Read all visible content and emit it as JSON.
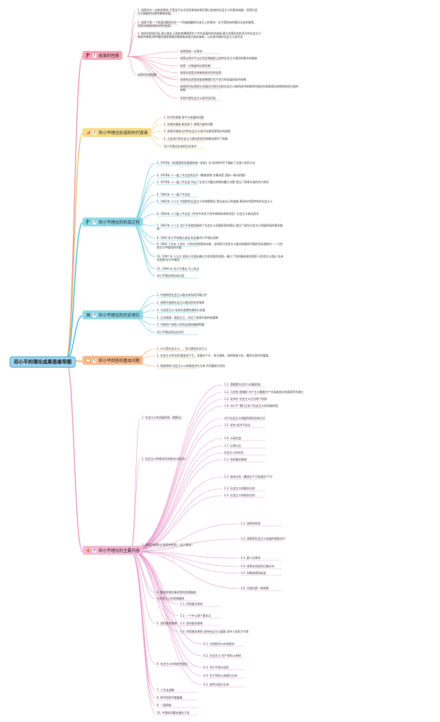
{
  "root": {
    "title": "邓小平的理论成果思维导图"
  },
  "branches": [
    {
      "num": "1",
      "label": "改革的性质",
      "color": "#f5a6b8",
      "icon": "flag-icon",
      "items": [
        "1. 改革作为一次新的革命,不是也不允许否定和抛弃我们建立起来的社会主义的基本制度，而是社会主义制度的自我完善和发展。",
        "2. 改革不是一个权谋问题而另外一个阶级推翻掉本该又上的革命。往不是原有的模式本身的推荐。而是对体制的根本性的变革。",
        "3. 他的实质和目标,是从根本上改变束缚我国生产力的发展的经济体制,建立充满生机和活力的社会主义新经济体制,同时相应地改革政治体制和其他方面的体制，以实现中国的社会主义现代化",
        "改革的深度理解",
        "改革是新一次革命",
        "改革过程中不允许否定和抛弃之前的社会主义建设的基本的制度",
        "他是一方制度的自我完善",
        "改革本质是对体制的根本性的变革",
        "改革的实质是改变束缚我们生产资力的发展的经济体制",
        "改革的目标是建立充满活力和生机的社会主义新的经济体制同时相应的改革政治体制和其他方面的体制",
        "实现中国社会主义现代化目标"
      ]
    },
    {
      "num": "2",
      "label": "邓小平理论形成的时代背景",
      "color": "#f6dc8c",
      "icon": "rocket-icon",
      "items": [
        "1. 时代的背景 和平与发展的问题",
        "2. 实践的基础 新形势下 改革开放的问题",
        "3. 改革开放和当代的社会主义现代化建设提现实的依据",
        "4. 之前进行的社会主义建设的经验和教训提供了依据",
        "邓小平理论形成的历史条件"
      ]
    },
    {
      "num": "3",
      "label": "邓小平理论的形成过程",
      "color": "#8fd8e8",
      "icon": "flag-icon",
      "items": [
        "1. 1978年《实践是检验真理的唯一标准》在当时的时代下激起了全国人民的讨论",
        "2. 1978年 十一届三中全会的召开《解放思想 实事求是 团结一致向前看》",
        "3. 1978年 十一届三中全会 作出了全党工作重点转移的重大决策 提出了改革开放的伟大转折",
        "4. 1981年 十一届六中全会",
        "5. 1982年 十二大 中国特色社会主义的命题提出 提出走自己的道路 建设有中国特色的社会主义",
        "6. 1984年 十二届三中全会《中共中央关于经济体制的改革决定》社会主义商品经济",
        "7. 1987年 十三大 邓小平系统的阐述了社会主义初级阶段的理论 提出了党在社会主义初级阶段的基本路线",
        "8. 1992 邓小平的南方谈话 标志着邓小平理论成熟",
        "9. 1992 下半年 十四大 十四年的探索和实践，坚持把马克思主义基本原理同中国的实际相结合——马克思主义中国化的开篇",
        "10. 1997 年 十五大 把邓小平理论确立为党的指导思想，确立了党的最高指导思想 马克思主义理论 毛泽东思想 邓小平理论",
        "11. 1999 年 邓小平理论 写入宪法",
        "邓小平理论的形成过程"
      ]
    },
    {
      "num": "4",
      "label": "邓小平理论的历史地位",
      "color": "#8fd8e8",
      "icon": "tools-icon",
      "items": [
        "1. 中国特色社会主义理论体系的开篇之作",
        "2. 改革开放和社会主义建设的科学指南",
        "3. 马克思主义 毛泽东思想的继承与发展",
        "4. 正本清源，拨乱反正，开启了改革开放的新篇章",
        "5. 中国共产党和人民的宝贵的精神财富",
        "邓小平理论的历史评价"
      ]
    },
    {
      "num": "5",
      "label": "邓小平回答的基本问题",
      "color": "#f7b98a",
      "icon": "clock-icon",
      "items": [
        "1. 什么是社会主义，，怎么建设社会主义",
        "2. 社会主义的本质:解放生产力，发展生产力，消灭剥削，消除两极分化，最终达到共同富裕。",
        "3. 两类原则 社会主义公有制经济为主体 共同富裕为目标"
      ]
    },
    {
      "num": "6",
      "label": "邓小平理论的主要内容",
      "color": "#f5b8d6",
      "icon": "star-icon",
      "items": [
        "1. 社会主义的初级阶段（国情论）",
        "1.1. 我国是社会主义初级阶段",
        "1.2. 马克思 恩格斯 共产主义需要生产力高度发达的国家率先建立",
        "1.3. 毛泽东 社会主义分为两个阶段",
        "1.4. 邓小平 我们正处于社会主义的初级阶段",
        "对于社会主义初级阶段的总体认识",
        "1.5. 贫穷 经济不发达",
        "1.6. 从现在起",
        "1.7. 从那以后",
        "2. 社会主义的根本任务理论(本质论)",
        "社会主义的本质",
        "2.1. 党的基本路线",
        "2.2. 根本任务（解放生产力发展生产力）",
        "2.3. 社会主义的根本任务",
        "2.4. 社会主义的根本目的",
        "3. 改革开放理论(改革的性质)（动力理论）",
        "3.1. 改革的性质",
        "3.2. 改革是社会主义发展的直接动力",
        "3.3. 第二次革命",
        "3.4. 改革必须坚持正确方向",
        "3.5. 判断改革的标准",
        "3.6. 开放也是一种改革",
        "4. 解放思想实事求是的思想路线",
        "马克思主义的思想路线",
        "5. 党的基本路线",
        "5.1. 四项基本原则",
        "5.2. 一个中心两个基本点",
        "5.3. 党的基本路线",
        "5.4. 四项基本原则 坚持社会主义道路 坚持人民民主专政",
        "6. 社会主义市场经济理论",
        "6.1. 计划经济与市场经济",
        "6.2. 社会主义:生产资料公有制",
        "6.3. 邓小平南方谈话",
        "6.4. 生产资料公有制为主体",
        "6.5. 按劳分配为主体",
        "7. 三步走战略",
        "8. 两手抓两手都要硬",
        "9. 一国两制",
        "10. 中国的问题关键在于党"
      ]
    }
  ],
  "colors": {
    "pink": "#e88ea8",
    "yellow": "#e3c25a",
    "cyan": "#39b7d2",
    "orange": "#ef9a55",
    "magenta": "#e58fc6",
    "root": "#9fd6ee"
  }
}
